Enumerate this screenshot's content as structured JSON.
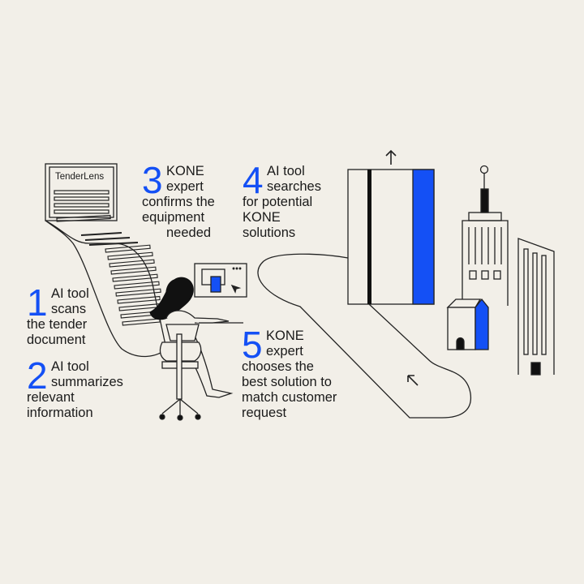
{
  "colors": {
    "background": "#f2efe8",
    "accent": "#1450f5",
    "ink": "#1a1a1a"
  },
  "document": {
    "title": "TenderLens"
  },
  "steps": [
    {
      "number": "1",
      "lines": [
        "AI tool",
        "scans",
        "the tender",
        "document"
      ]
    },
    {
      "number": "2",
      "lines": [
        "AI tool",
        "summarizes",
        "relevant",
        "information"
      ]
    },
    {
      "number": "3",
      "lines": [
        "KONE",
        "expert",
        "confirms the",
        "equipment",
        "needed"
      ]
    },
    {
      "number": "4",
      "lines": [
        "AI tool",
        "searches",
        "for potential",
        "KONE",
        "solutions"
      ]
    },
    {
      "number": "5",
      "lines": [
        "KONE",
        "expert",
        "chooses the",
        "best solution to",
        "match customer",
        "request"
      ]
    }
  ]
}
